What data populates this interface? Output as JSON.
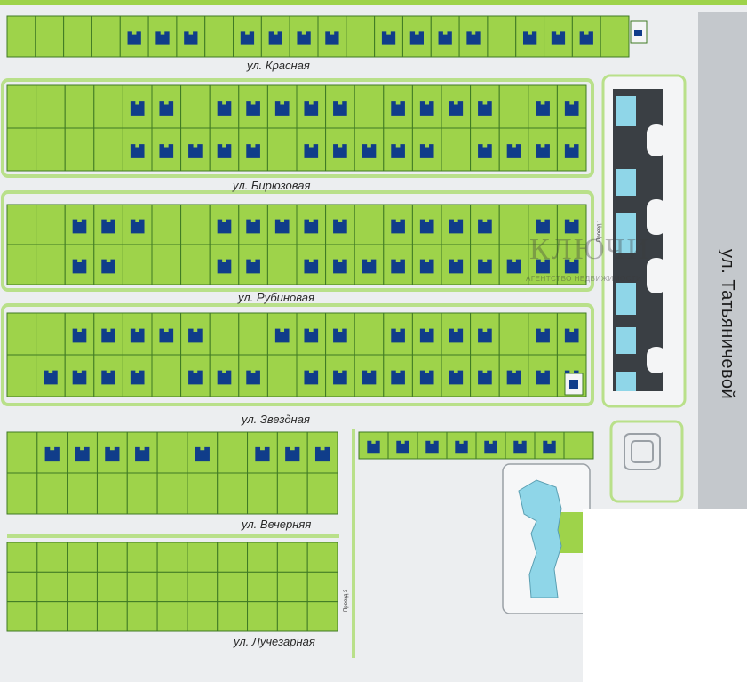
{
  "streets": {
    "krasnaya": "ул. Красная",
    "biryuzovaya": "ул. Бирюзовая",
    "rubinovaya": "ул. Рубиновая",
    "zvezdnaya": "ул. Звездная",
    "vechernyaya": "ул. Вечерняя",
    "luchezarnaya": "ул. Лучезарная",
    "tatyanichevoy": "ул. Татьяничевой"
  },
  "passages": {
    "proezd1": "Проезд 1",
    "proezd3": "Проезд 3"
  },
  "watermark": {
    "brand": "КЛЮЧИ",
    "tagline": "АГЕНТСТВО НЕДВИЖИМОСТИ"
  },
  "colors": {
    "plot_green": "#9ed34a",
    "plot_border": "#3f7a24",
    "house_blue": "#103d8a",
    "apartment_cyan": "#8fd6e8",
    "background": "#eceef0",
    "road_gray": "#c8ccd0"
  },
  "blocks": [
    {
      "id": "krasnaya-row",
      "rows": 1,
      "cols": 22,
      "houses": [
        [
          0,
          0,
          0,
          0,
          1,
          1,
          1,
          0,
          1,
          1,
          1,
          1,
          0,
          1,
          1,
          1,
          1,
          0,
          1,
          1,
          1,
          0
        ]
      ]
    },
    {
      "id": "biryuzovaya-block",
      "rows": 2,
      "cols": 20,
      "houses": [
        [
          0,
          0,
          0,
          0,
          1,
          1,
          0,
          1,
          1,
          1,
          1,
          1,
          0,
          1,
          1,
          1,
          1,
          0,
          1,
          1
        ],
        [
          0,
          0,
          0,
          0,
          1,
          1,
          1,
          1,
          1,
          0,
          1,
          1,
          1,
          1,
          1,
          0,
          1,
          1,
          1,
          1
        ]
      ]
    },
    {
      "id": "rubinovaya-block",
      "rows": 2,
      "cols": 20,
      "houses": [
        [
          0,
          0,
          1,
          1,
          1,
          0,
          0,
          1,
          1,
          1,
          1,
          1,
          0,
          1,
          1,
          1,
          1,
          0,
          1,
          1
        ],
        [
          0,
          0,
          1,
          1,
          0,
          0,
          0,
          1,
          1,
          0,
          1,
          1,
          1,
          1,
          1,
          1,
          1,
          1,
          1,
          1
        ]
      ]
    },
    {
      "id": "zvezdnaya-block",
      "rows": 2,
      "cols": 20,
      "houses": [
        [
          0,
          0,
          1,
          1,
          1,
          1,
          1,
          0,
          0,
          1,
          1,
          1,
          0,
          1,
          1,
          1,
          1,
          0,
          1,
          1
        ],
        [
          0,
          1,
          1,
          1,
          1,
          0,
          1,
          1,
          1,
          0,
          1,
          1,
          1,
          1,
          1,
          1,
          1,
          1,
          1,
          1
        ]
      ]
    },
    {
      "id": "vechernyaya-block",
      "rows": 2,
      "cols": 11,
      "houses": [
        [
          0,
          1,
          1,
          1,
          1,
          0,
          1,
          0,
          1,
          1,
          1
        ],
        [
          0,
          0,
          0,
          0,
          0,
          0,
          0,
          0,
          0,
          0,
          0
        ]
      ]
    },
    {
      "id": "east-row",
      "rows": 1,
      "cols": 8,
      "houses": [
        [
          1,
          1,
          1,
          1,
          1,
          1,
          1,
          0
        ]
      ]
    },
    {
      "id": "luchezarnaya-block",
      "rows": 3,
      "cols": 11,
      "houses": [
        [
          0,
          0,
          0,
          0,
          0,
          0,
          0,
          0,
          0,
          0,
          0
        ],
        [
          0,
          0,
          0,
          0,
          0,
          0,
          0,
          0,
          0,
          0,
          0
        ],
        [
          0,
          0,
          0,
          0,
          0,
          0,
          0,
          0,
          0,
          0,
          0
        ]
      ]
    }
  ]
}
